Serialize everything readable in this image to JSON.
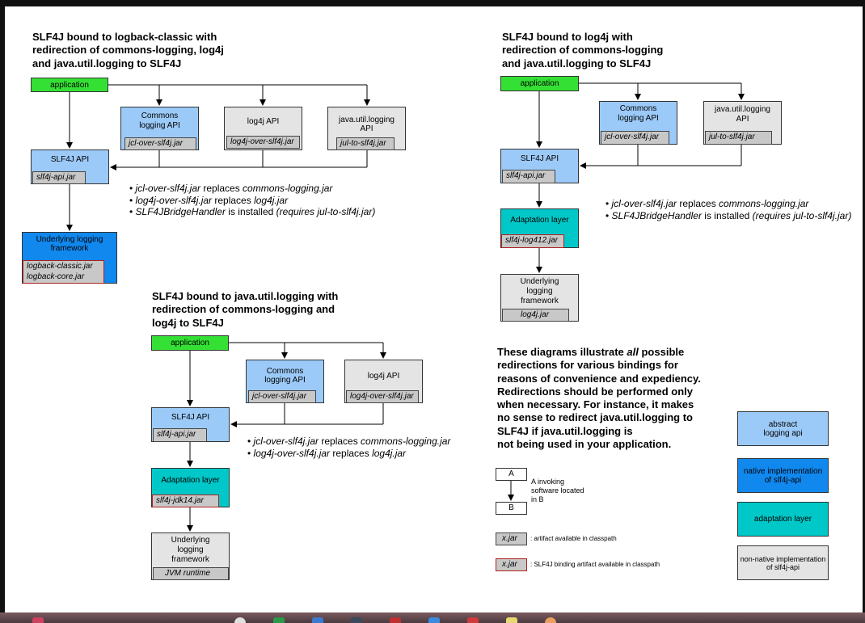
{
  "diagram1": {
    "title": [
      "SLF4J bound to logback-classic with",
      "redirection of commons-logging, log4j",
      "and java.util.logging to SLF4J"
    ],
    "application": "application",
    "commons": [
      "Commons",
      "logging API"
    ],
    "commons_jar": "jcl-over-slf4j.jar",
    "log4j": "log4j API",
    "log4j_jar": "log4j-over-slf4j.jar",
    "jul": [
      "java.util.logging",
      "API"
    ],
    "jul_jar": "jul-to-slf4j.jar",
    "slf4j": "SLF4J API",
    "slf4j_jar": "slf4j-api.jar",
    "underlying": [
      "Underlying logging",
      "framework"
    ],
    "underlying_jars": [
      "logback-classic.jar",
      "logback-core.jar"
    ],
    "bullets": [
      [
        "jcl-over-slf4j.jar",
        " replaces ",
        "commons-logging.jar"
      ],
      [
        "log4j-over-slf4j.jar",
        " replaces ",
        "log4j.jar"
      ],
      [
        "SLF4JBridgeHandler",
        " is installed ",
        "(requires jul-to-slf4j.jar)"
      ]
    ]
  },
  "diagram2": {
    "title": [
      "SLF4J bound to log4j with",
      "redirection of commons-logging",
      "and java.util.logging to SLF4J"
    ],
    "application": "application",
    "commons": [
      "Commons",
      "logging API"
    ],
    "commons_jar": "jcl-over-slf4j.jar",
    "jul": [
      "java.util.logging",
      "API"
    ],
    "jul_jar": "jul-to-slf4j.jar",
    "slf4j": "SLF4J API",
    "slf4j_jar": "slf4j-api.jar",
    "adaptation": "Adaptation layer",
    "adaptation_jar": "slf4j-log412.jar",
    "underlying": [
      "Underlying",
      "logging",
      "framework"
    ],
    "underlying_jar": "log4j.jar",
    "bullets": [
      [
        "jcl-over-slf4j.jar",
        " replaces ",
        "commons-logging.jar"
      ],
      [
        "SLF4JBridgeHandler",
        " is installed ",
        "(requires jul-to-slf4j.jar)"
      ]
    ]
  },
  "diagram3": {
    "title": [
      "SLF4J bound to java.util.logging with",
      "redirection of commons-logging and",
      "log4j to SLF4J"
    ],
    "application": "application",
    "commons": [
      "Commons",
      "logging API"
    ],
    "commons_jar": "jcl-over-slf4j.jar",
    "log4j": "log4j API",
    "log4j_jar": "log4j-over-slf4j.jar",
    "slf4j": "SLF4J API",
    "slf4j_jar": "slf4j-api.jar",
    "adaptation": "Adaptation layer",
    "adaptation_jar": "slf4j-jdk14.jar",
    "underlying": [
      "Underlying",
      "logging",
      "framework"
    ],
    "underlying_jar": "JVM runtime",
    "bullets": [
      [
        "jcl-over-slf4j.jar",
        " replaces ",
        "commons-logging.jar"
      ],
      [
        "log4j-over-slf4j.jar",
        " replaces ",
        "log4j.jar"
      ]
    ]
  },
  "note": {
    "lines": [
      "These diagrams illustrate ",
      "all",
      " possible",
      "redirections for various bindings for",
      "reasons of convenience and expediency.",
      "Redirections should be performed only",
      "when necessary. For instance, it makes",
      "no sense to redirect java.util.logging to",
      "SLF4J if java.util.logging is",
      "not being used in your application."
    ]
  },
  "legend": {
    "a": "A",
    "b": "B",
    "invoking": [
      "A invoking",
      "software located",
      "in B"
    ],
    "xjar": "x.jar",
    "artifact": ": artifact available in classpath",
    "binding": ": SLF4J binding artifact available in classpath",
    "abstract": [
      "abstract",
      "logging api"
    ],
    "native": [
      "native implementation",
      "of slf4j-api"
    ],
    "adaptation": "adaptation layer",
    "nonnative": [
      "non-native implementation",
      "of slf4j-api"
    ]
  },
  "colors": {
    "application": "#35e035",
    "api": "#9ccaf8",
    "native": "#1188ee",
    "adaptation": "#00c8c8",
    "nonnative": "#e4e4e4",
    "artifact": "#c8c8c8",
    "binding_border": "#b02020"
  }
}
